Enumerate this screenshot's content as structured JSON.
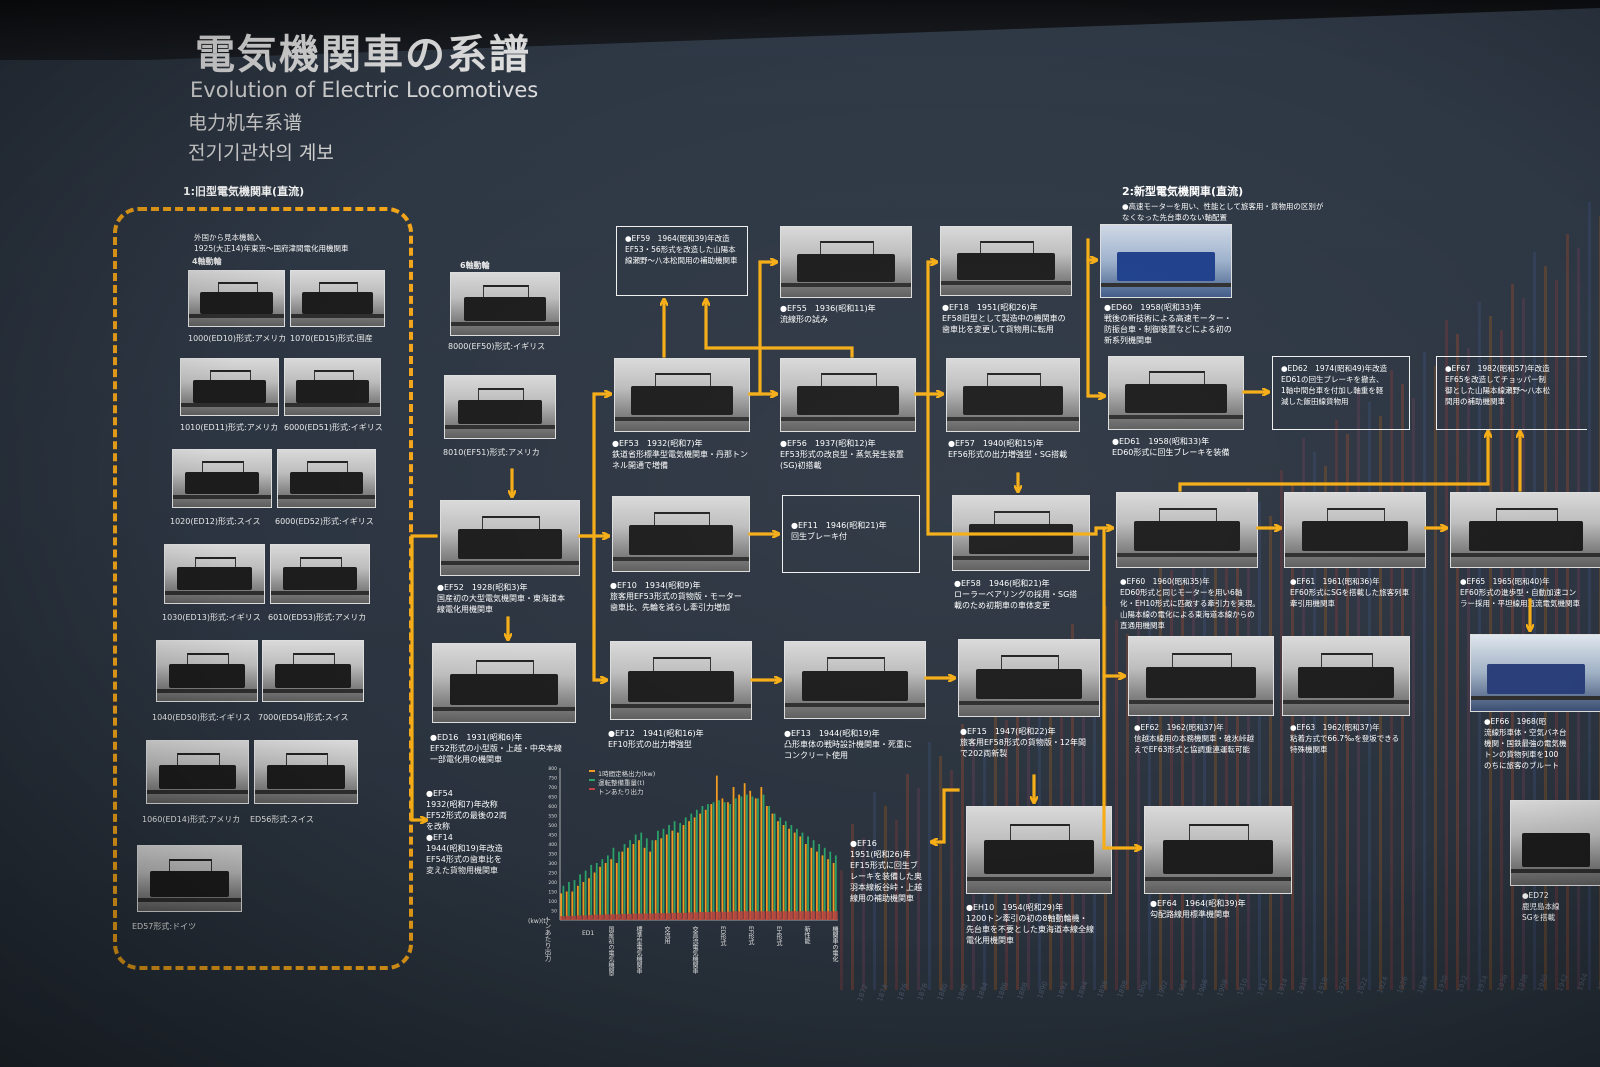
{
  "title": {
    "jp": "電気機関車の系譜",
    "en": "Evolution of Electric Locomotives",
    "zh": "电力机车系谱",
    "ko": "전기기관차의 계보"
  },
  "sections": {
    "s1": "1:旧型電気機関車(直流)",
    "s2": "2:新型電気機関車(直流)",
    "s2_desc": "●高速モーターを用い、性能として旅客用・貨物用の区別が\nなくなった先台車のない軸配置"
  },
  "group1": {
    "intro": "外国から見本機輸入\n1925(大正14)年東京～国府津間電化用機関車",
    "axle4": "4軸動輪",
    "axle6": "6軸動輪"
  },
  "photos_caption": [
    "1000(ED10)形式:アメリカ",
    "1070(ED15)形式:国産",
    "1010(ED11)形式:アメリカ",
    "6000(ED51)形式:イギリス",
    "1020(ED12)形式:スイス",
    "6000(ED52)形式:イギリス",
    "1030(ED13)形式:イギリス",
    "6010(ED53)形式:アメリカ",
    "1040(ED50)形式:イギリス",
    "7000(ED54)形式:スイス",
    "1060(ED14)形式:アメリカ",
    "ED56形式:スイス",
    "ED57形式:ドイツ",
    "8000(EF50)形式:イギリス",
    "8010(EF51)形式:アメリカ"
  ],
  "nodes": {
    "ef52": "●EF52　1928(昭和3)年\n国産初の大型電気機関車・東海道本\n線電化用機関車",
    "ed16": "●ED16　1931(昭和6)年\nEF52形式の小型版・上越・中央本線\n一部電化用の機関車",
    "ef54": "●EF54\n1932(昭和7)年改称\nEF52形式の最後の2両\nを改称\n●EF14\n1944(昭和19)年改造\nEF54形式の歯車比を\n変えた貨物用機関車",
    "ef59": "●EF59　1964(昭和39)年改造\nEF53・56形式を改造した山陽本\n線瀬野～八本松間用の補助機関車",
    "ef53": "●EF53　1932(昭和7)年\n鉄道省形標準型電気機関車・丹那トン\nネル開通で増備",
    "ef10": "●EF10　1934(昭和9)年\n旅客用EF53形式の貨物版・モーター\n歯車比、先輪を減らし牽引力増加",
    "ef12": "●EF12　1941(昭和16)年\nEF10形式の出力増強型",
    "ef55": "●EF55　1936(昭和11)年\n流線形の試み",
    "ef56": "●EF56　1937(昭和12)年\nEF53形式の改良型・蒸気発生装置\n(SG)初搭載",
    "ef11": "●EF11　1946(昭和21)年\n回生ブレーキ付",
    "ef13": "●EF13　1944(昭和19)年\n凸形車体の戦時設計機関車・死重に\nコンクリート使用",
    "ef18": "●EF18　1951(昭和26)年\nEF58旧型として製造中の機関車の\n歯車比を変更して貨物用に転用",
    "ef57": "●EF57　1940(昭和15)年\nEF56形式の出力増強型・SG搭載",
    "ef58": "●EF58　1946(昭和21)年\nローラーベアリングの採用・SG搭\n載のため初期車の車体変更",
    "ef15": "●EF15　1947(昭和22)年\n旅客用EF58形式の貨物版・12年間\nで202両新製",
    "ef16": "●EF16\n1951(昭和26)年\nEF15形式に回生ブ\nレーキを装備した奥\n羽本線板谷峠・上越\n線用の補助機関車",
    "eh10": "●EH10　1954(昭和29)年\n1200トン牽引の初の8軸動輪機・\n先台車を不要とした東海道本線全線\n電化用機関車",
    "ed60": "●ED60　1958(昭和33)年\n戦後の新技術による高速モーター・\n防振台車・制御装置などによる初の\n新系列機関車",
    "ed61": "●ED61　1958(昭和33)年\nED60形式に回生ブレーキを装備",
    "ed62": "●ED62　1974(昭和49)年改造\nED61の回生ブレーキを撤去、\n1軸中間台車を付加し軸重を軽\n減した飯田線貨物用",
    "ef67": "●EF67　1982(昭和57)年改造\nEF65を改造してチョッパー制\n御とした山陽本線瀬野～八本松\n間用の補助機関車",
    "ef60": "●EF60　1960(昭和35)年\nED60形式と同じモーターを用い6軸\n化・EH10形式に匹敵する牽引力を実現。\n山陽本線の電化による東海道本線からの\n直通用機関車",
    "ef61": "●EF61　1961(昭和36)年\nEF60形式にSGを搭載した旅客列車\n牽引用機関車",
    "ef65": "●EF65　1965(昭和40)年\nEF60形式の進歩型・自動加速コン\nラー採用・平坦線用直流電気機関車",
    "ef62": "●EF62　1962(昭和37)年\n信越本線用の本務機関車・碓氷峠越\nえでEF63形式と協調重連運転可能",
    "ef63": "●EF63　1962(昭和37)年\n粘着方式で66.7‰を登坂できる\n特殊機関車",
    "ef64": "●EF64　1964(昭和39)年\n勾配路線用標準機関車",
    "ef66": "●EF66　1968(昭\n流線形車体・空気バネ台\n機関・国鉄最強の電気機\nトンの貨物列車を100\nのちに旅客のブルート",
    "ed72": "●ED72\n鹿児島本線\nSGを搭載"
  },
  "chart_legend": [
    "1時間定格出力(kw)",
    "運転整備重量(t)",
    "トンあたり出力"
  ],
  "chart_axis": {
    "ylabel": "トンあたり出力",
    "unit": "(kw)(t)",
    "yticks": [
      "800",
      "750",
      "700",
      "650",
      "600",
      "550",
      "500",
      "450",
      "400",
      "350",
      "300",
      "250",
      "200",
      "150",
      "100",
      "50"
    ],
    "xlabel_left": "ED1",
    "categories": [
      "国産初の電気機関車",
      "標準型電気機関車",
      "交流用",
      "交直流電気機関車",
      "ED形式",
      "EF形式",
      "EH形式",
      "新性能",
      "機関車の電化"
    ]
  },
  "year_ticks": [
    "1872",
    "1874",
    "1876",
    "1878",
    "1880",
    "1882",
    "1884",
    "1886",
    "1888",
    "1890",
    "1892",
    "1894",
    "1896",
    "1898",
    "1900",
    "1902",
    "1904",
    "1906",
    "1908",
    "1910",
    "1912",
    "1914",
    "1916",
    "1918",
    "1920",
    "1922",
    "1924",
    "1926",
    "1928",
    "1930",
    "1932",
    "1934",
    "1936",
    "1938",
    "1940",
    "1942",
    "1944",
    "1946"
  ],
  "chart_data": {
    "type": "bar",
    "title": "",
    "xlabel": "",
    "ylabel": "トンあたり出力",
    "ylim": [
      0,
      800
    ],
    "series": [
      {
        "name": "1時間定格出力(kw)",
        "color": "#f39a1e",
        "values": [
          140,
          150,
          150,
          180,
          200,
          220,
          250,
          280,
          300,
          320,
          300,
          360,
          380,
          400,
          420,
          380,
          360,
          420,
          430,
          450,
          470,
          460,
          500,
          520,
          540,
          560,
          580,
          610,
          760,
          640,
          620,
          700,
          660,
          720,
          680,
          640,
          700,
          600,
          560,
          520,
          500,
          480,
          460,
          440,
          400,
          380,
          360,
          340,
          320,
          300
        ]
      },
      {
        "name": "運転整備重量(t)",
        "color": "#2aa169",
        "values": [
          180,
          200,
          210,
          240,
          260,
          290,
          300,
          320,
          340,
          380,
          360,
          400,
          420,
          450,
          460,
          430,
          420,
          470,
          480,
          500,
          520,
          510,
          540,
          560,
          580,
          600,
          610,
          620,
          630,
          620,
          610,
          640,
          650,
          660,
          650,
          640,
          660,
          600,
          560,
          540,
          520,
          500,
          480,
          460,
          440,
          420,
          400,
          380,
          360,
          340
        ]
      },
      {
        "name": "トンあたり出力",
        "color": "#c04040",
        "values": [
          20,
          22,
          22,
          24,
          24,
          26,
          28,
          28,
          30,
          30,
          30,
          32,
          32,
          34,
          34,
          34,
          34,
          36,
          36,
          36,
          38,
          38,
          38,
          40,
          40,
          42,
          42,
          44,
          44,
          44,
          44,
          46,
          46,
          46,
          46,
          46,
          46,
          46,
          46,
          46,
          46,
          46,
          46,
          46,
          46,
          46,
          46,
          46,
          46,
          46
        ]
      }
    ]
  },
  "colors": {
    "arrow": "#f5ad16",
    "board": "#2d3642",
    "text": "#ffffff"
  }
}
